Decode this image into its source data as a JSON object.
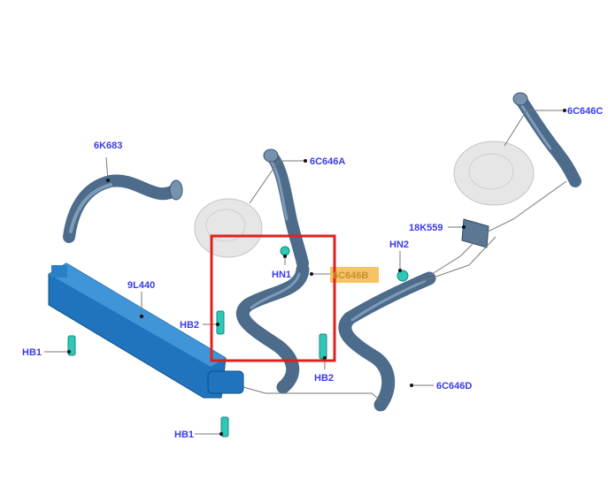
{
  "diagram": {
    "labels": {
      "hose_6k683": "6K683",
      "intercooler": "9L440",
      "bolt_hb1_left": "HB1",
      "bolt_hb1_bottom": "HB1",
      "bolt_hb2_left": "HB2",
      "bolt_hb2_right": "HB2",
      "nut_hn1": "HN1",
      "nut_hn2": "HN2",
      "hose_6c646a": "6C646A",
      "hose_6c646b": "6C646B",
      "hose_6c646c": "6C646C",
      "hose_6c646d": "6C646D",
      "bracket_18k559": "18K559"
    },
    "colors": {
      "label": "#3b3bea",
      "highlight": "#f5b84a",
      "selection_box": "#e0201f",
      "hose": "#4d6b8a",
      "intercooler": "#1f74bd",
      "fastener": "#2fc7b8"
    }
  }
}
